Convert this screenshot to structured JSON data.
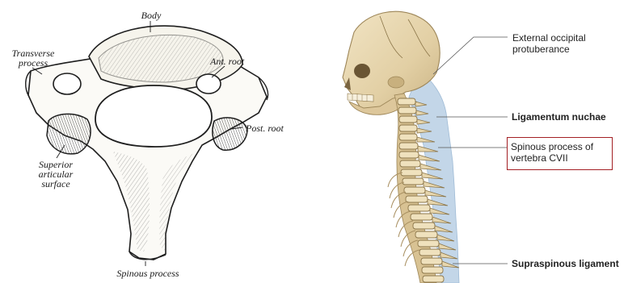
{
  "left_figure": {
    "labels": {
      "body": "Body",
      "transverse_process": [
        "Transverse",
        "process"
      ],
      "ant_root": "Ant. root",
      "post_root": "Post. root",
      "superior_articular_surface": [
        "Superior",
        "articular",
        "surface"
      ],
      "spinous_process": "Spinous process"
    }
  },
  "right_figure": {
    "labels": {
      "external_occipital": [
        "External occipital",
        "protuberance"
      ],
      "ligamentum_nuchae": "Ligamentum nuchae",
      "spinous_process_cvii": [
        "Spinous process of",
        "vertebra CVII"
      ],
      "supraspinous_ligament": "Supraspinous ligament"
    },
    "colors": {
      "highlight_box": "#a31f24",
      "skull": "#e7d7b2",
      "ligament": "#b9cfe4",
      "leader_line": "#555555"
    }
  }
}
